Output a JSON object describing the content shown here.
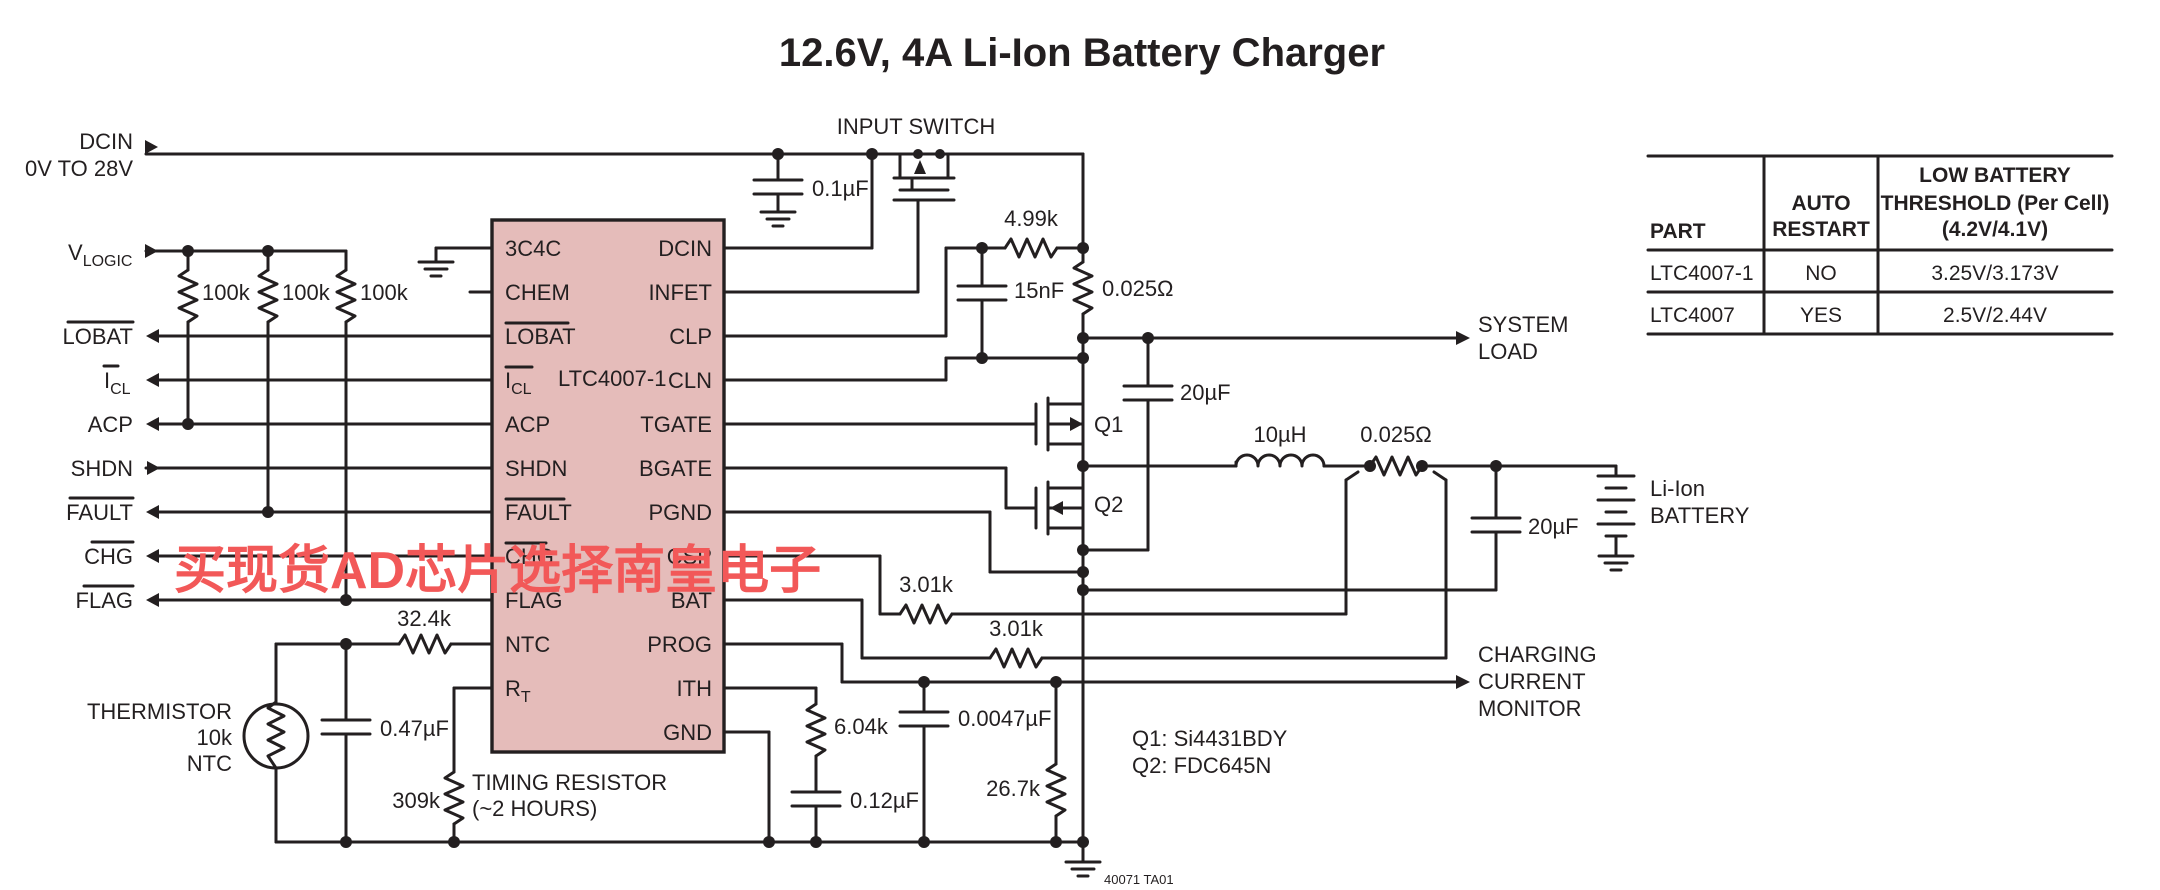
{
  "title": "12.6V, 4A Li-Ion Battery Charger",
  "ic": {
    "name": "LTC4007-1",
    "left_pins": [
      "3C4C",
      "CHEM",
      "LOBAT",
      "I",
      "ACP",
      "SHDN",
      "FAULT",
      "CHG",
      "FLAG",
      "NTC",
      "R"
    ],
    "icl_sub": "CL",
    "rt_sub": "T",
    "right_pins": [
      "DCIN",
      "INFET",
      "CLP",
      "CLN",
      "TGATE",
      "BGATE",
      "PGND",
      "CSP",
      "BAT",
      "PROG",
      "ITH",
      "GND"
    ]
  },
  "signals": {
    "dcin": "DCIN",
    "dcin_range": "0V TO 28V",
    "vlogic": "V",
    "vlogic_sub": "LOGIC",
    "lobat": "LOBAT",
    "icl": "I",
    "icl_sub": "CL",
    "acp": "ACP",
    "shdn": "SHDN",
    "fault": "FAULT",
    "chg": "CHG",
    "flag": "FLAG"
  },
  "labels": {
    "input_switch": "INPUT SWITCH",
    "system_load_1": "SYSTEM",
    "system_load_2": "LOAD",
    "battery_1": "Li-Ion",
    "battery_2": "BATTERY",
    "ccm_1": "CHARGING",
    "ccm_2": "CURRENT",
    "ccm_3": "MONITOR",
    "thermistor_1": "THERMISTOR",
    "thermistor_2": "10k",
    "thermistor_3": "NTC",
    "timing_1": "TIMING RESISTOR",
    "timing_2": "(~2 HOURS)",
    "q1_part": "Q1: Si4431BDY",
    "q2_part": "Q2: FDC645N",
    "q1": "Q1",
    "q2": "Q2",
    "figure_code": "40071 TA01"
  },
  "components": {
    "c_dcin": "0.1µF",
    "r_clp": "4.99k",
    "c_clp": "15nF",
    "r_sense_in": "0.025Ω",
    "c_sys": "20µF",
    "inductor": "10µH",
    "r_sense_bat": "0.025Ω",
    "c_bat": "20µF",
    "r_pull1": "100k",
    "r_pull2": "100k",
    "r_pull3": "100k",
    "r_ntc": "32.4k",
    "c_ntc": "0.47µF",
    "r_timing": "309k",
    "r_csp": "3.01k",
    "r_bat": "3.01k",
    "r_ith": "6.04k",
    "c_ith": "0.12µF",
    "c_prog": "0.0047µF",
    "r_prog": "26.7k"
  },
  "table": {
    "headers": [
      "PART",
      "AUTO RESTART",
      "LOW BATTERY THRESHOLD (Per Cell) (4.2V/4.1V)"
    ],
    "header_lines": {
      "auto": [
        "AUTO",
        "RESTART"
      ],
      "thresh": [
        "LOW BATTERY",
        "THRESHOLD (Per Cell)",
        "(4.2V/4.1V)"
      ]
    },
    "rows": [
      [
        "LTC4007-1",
        "NO",
        "3.25V/3.173V"
      ],
      [
        "LTC4007",
        "YES",
        "2.5V/2.44V"
      ]
    ]
  },
  "watermark": "买现货AD芯片选择南皇电子"
}
